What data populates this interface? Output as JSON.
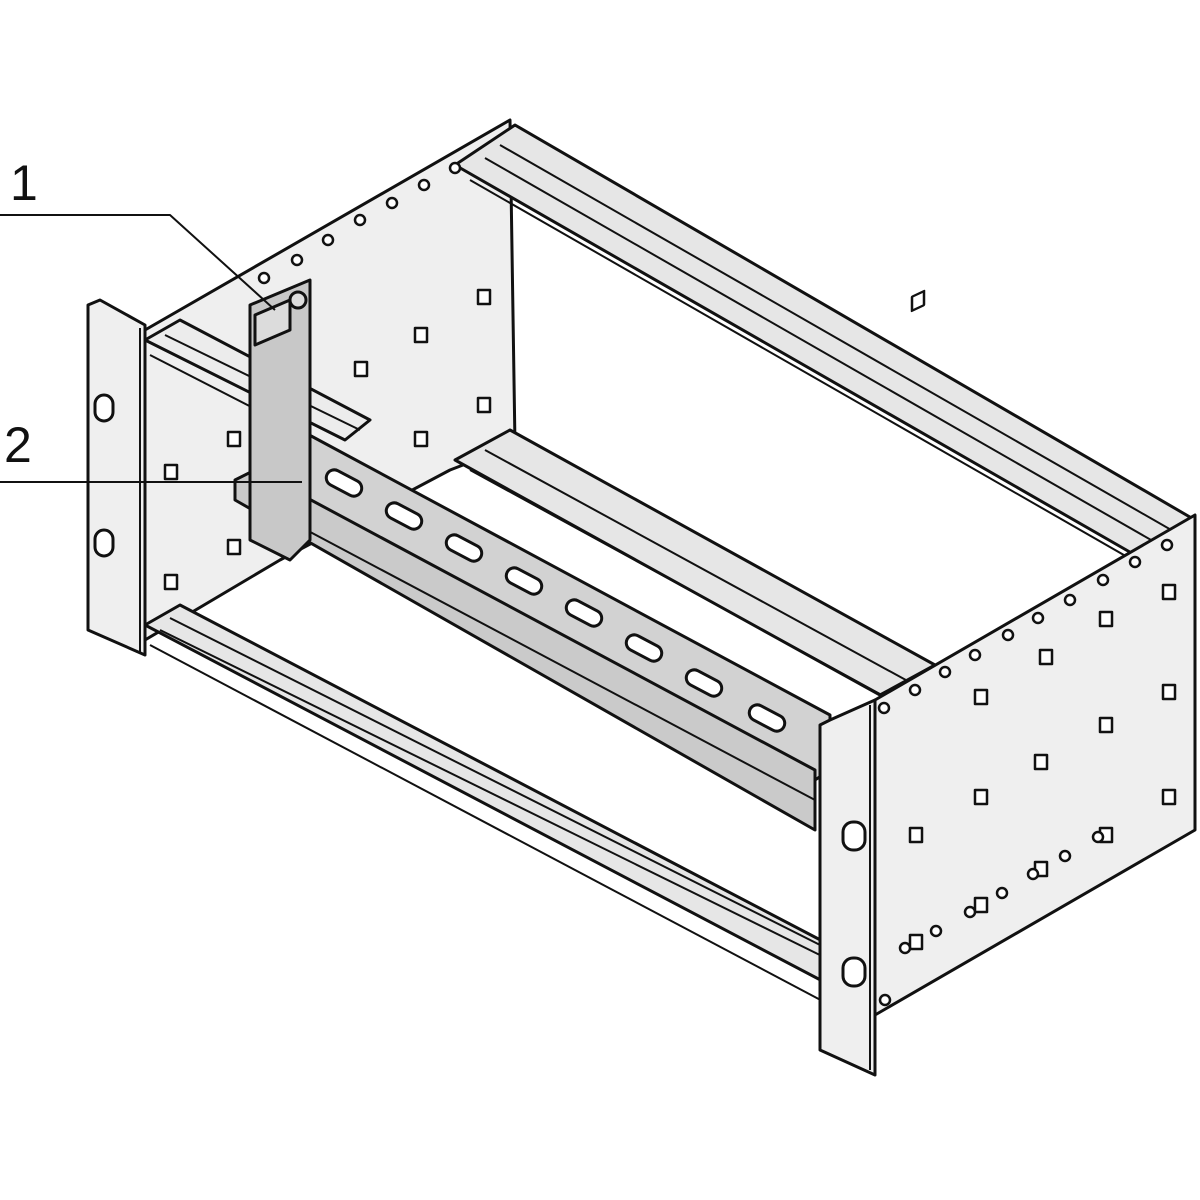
{
  "diagram": {
    "subject": "19-inch subrack with DIN rail mounting",
    "colors": {
      "line": "#111111",
      "panel": "#efefef",
      "rail": "#e4e4e4",
      "din_rail": "#cfcfcf",
      "bracket": "#c9c9c9",
      "background": "#ffffff"
    },
    "callouts": [
      {
        "number": "1",
        "target": "mounting-bracket"
      },
      {
        "number": "2",
        "target": "din-rail"
      }
    ]
  }
}
